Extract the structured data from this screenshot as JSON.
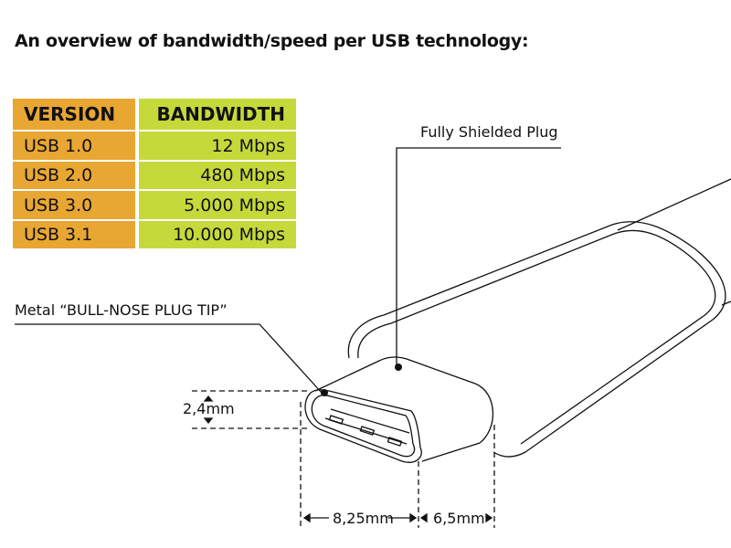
{
  "title": "An overview of bandwidth/speed per USB technology:",
  "table": {
    "headers": [
      "VERSION",
      "BANDWIDTH"
    ],
    "rows": [
      {
        "version": "USB  1.0",
        "bandwidth": "12 Mbps"
      },
      {
        "version": "USB  2.0",
        "bandwidth": "480 Mbps"
      },
      {
        "version": "USB  3.0",
        "bandwidth": "5.000 Mbps"
      },
      {
        "version": "USB  3.1",
        "bandwidth": "10.000 Mbps"
      }
    ]
  },
  "labels": {
    "shielded": "Fully Shielded Plug",
    "tip": "Metal “BULL-NOSE PLUG TIP”",
    "height": "2,4mm",
    "width": "8,25mm",
    "depth": "6,5mm"
  },
  "colors": {
    "version_bg": "#e8a633",
    "bandwidth_bg": "#c5d93b"
  }
}
